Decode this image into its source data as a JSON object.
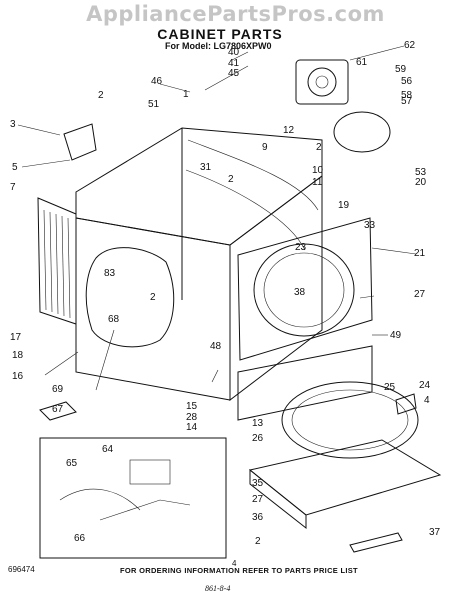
{
  "watermark": "AppliancePartsPros.com",
  "title": "CABINET PARTS",
  "model_line": "For Model: LG7806XPW0",
  "footer": "FOR ORDERING INFORMATION REFER TO PARTS PRICE LIST",
  "doc_number": "696474",
  "page_number": "4",
  "signature": "861-8-4",
  "callouts": [
    "40",
    "41",
    "45",
    "46",
    "1",
    "62",
    "61",
    "59",
    "56",
    "58",
    "57",
    "2",
    "51",
    "3",
    "5",
    "7",
    "12",
    "2",
    "9",
    "31",
    "2",
    "10",
    "11",
    "53",
    "20",
    "19",
    "33",
    "23",
    "83",
    "2",
    "68",
    "38",
    "21",
    "27",
    "17",
    "18",
    "16",
    "48",
    "49",
    "69",
    "67",
    "15",
    "28",
    "14",
    "25",
    "24",
    "4",
    "13",
    "26",
    "64",
    "65",
    "66",
    "35",
    "27",
    "36",
    "2",
    "37"
  ]
}
